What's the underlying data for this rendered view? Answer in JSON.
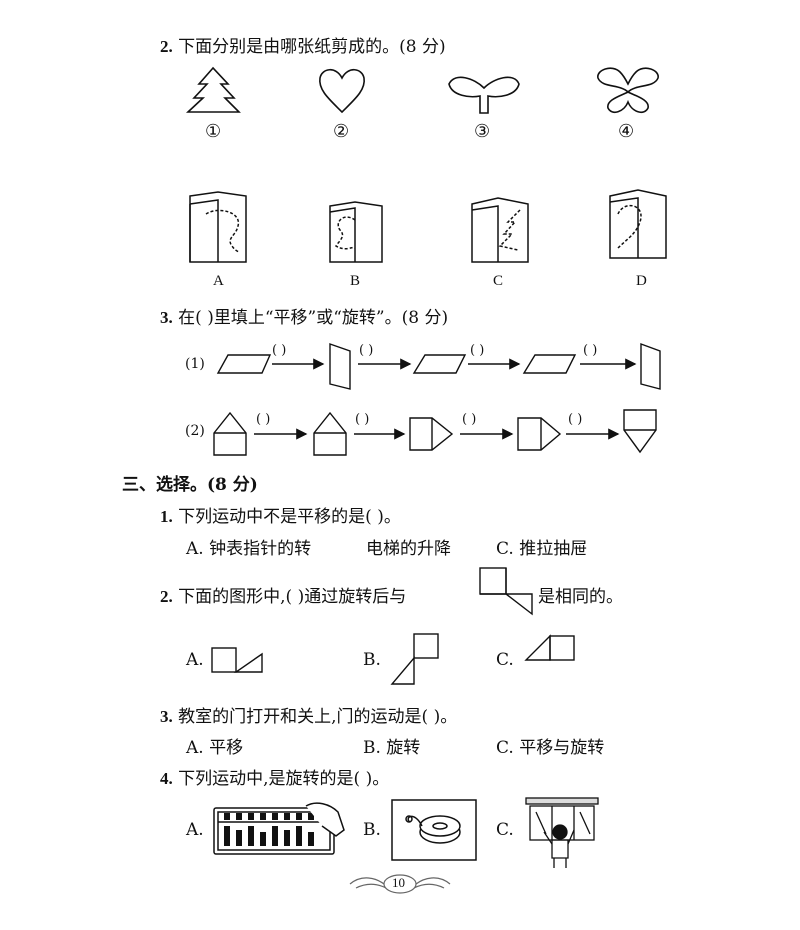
{
  "q2": {
    "number": "2.",
    "text": "下面分别是由哪张纸剪成的。(8 分)",
    "shape_labels": [
      "①",
      "②",
      "③",
      "④"
    ],
    "paper_labels": [
      "A",
      "B",
      "C",
      "D"
    ]
  },
  "q3": {
    "number": "3.",
    "text": "在(     )里填上“平移”或“旋转”。(8 分)",
    "row1_label": "(1)",
    "row2_label": "(2)",
    "blank": "(     )"
  },
  "section3": {
    "title": "三、选择。(8 分)",
    "q1": {
      "number": "1.",
      "text": "下列运动中不是平移的是(     )。",
      "options": [
        "A. 钟表指针的转",
        "电梯的升降",
        "C. 推拉抽屉"
      ]
    },
    "q2": {
      "number": "2.",
      "text_before": "下面的图形中,(     )通过旋转后与",
      "text_after": "是相同的。",
      "options": [
        "A.",
        "B.",
        "C."
      ]
    },
    "q3": {
      "number": "3.",
      "text": "教室的门打开和关上,门的运动是(     )。",
      "options": [
        "A. 平移",
        "B. 旋转",
        "C. 平移与旋转"
      ]
    },
    "q4": {
      "number": "4.",
      "text": "下列运动中,是旋转的是(     )。",
      "options": [
        "A.",
        "B.",
        "C."
      ]
    }
  },
  "page_number": "10"
}
